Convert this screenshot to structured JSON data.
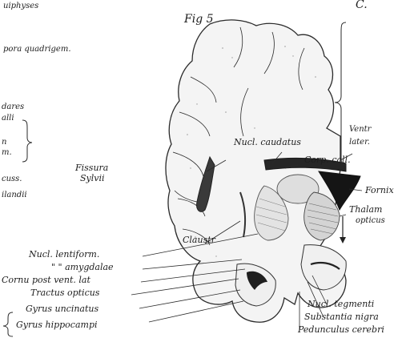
{
  "figure": {
    "fig_label": "Fig 5",
    "corner_letter": "C."
  },
  "left_margin": [
    "uiphyses",
    "pora quadrigem.",
    "dares",
    "alli",
    "n",
    "m.",
    "cuss.",
    "ilandii"
  ],
  "labels": {
    "fissura": "Fissura",
    "sylvii": "Sylvii",
    "nucl_caudatus": "Nucl. caudatus",
    "ventr": "Ventr",
    "later": "later.",
    "corp_call": "Corp. call.",
    "fornix": "Fornix",
    "thalam": "Thalam",
    "opticus": "opticus",
    "claustr": "Claustr",
    "nucl_lentiform": "Nucl. lentiform.",
    "amygdalae": "\" \" amygdalae",
    "cornu_post": "Cornu post vent. lat",
    "tractus_opticus": "Tractus opticus",
    "gyrus_uncinatus": "Gyrus uncinatus",
    "gyrus_hippocampi": "Gyrus hippocampi",
    "nucl_tegmenti": "Nucl. tegmenti",
    "substantia_nigra": "Substantia nigra",
    "pedunculus": "Pedunculus cerebri"
  }
}
